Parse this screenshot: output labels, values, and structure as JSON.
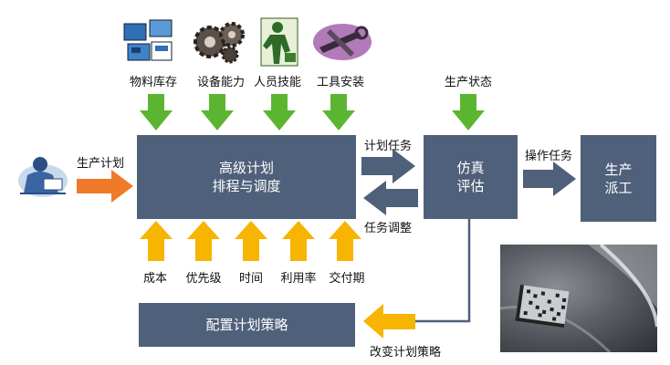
{
  "labels": {
    "material_inventory": "物料库存",
    "equipment_capacity": "设备能力",
    "personnel_skills": "人员技能",
    "tool_installation": "工具安装",
    "production_status": "生产状态",
    "production_plan": "生产计划",
    "plan_task": "计划任务",
    "task_adjustment": "任务调整",
    "operation_task": "操作任务",
    "cost": "成本",
    "priority": "优先级",
    "time": "时间",
    "utilization": "利用率",
    "delivery_period": "交付期",
    "change_strategy": "改变计划策略"
  },
  "boxes": {
    "aps_line1": "高级计划",
    "aps_line2": "排程与调度",
    "sim_line1": "仿真",
    "sim_line2": "评估",
    "dispatch_line1": "生产",
    "dispatch_line2": "派工",
    "config": "配置计划策略"
  },
  "colors": {
    "box": "#4f607a",
    "green_arrow": "#5cb531",
    "orange_arrow": "#ee7a2a",
    "yellow_arrow": "#f7b400",
    "dark_arrow": "#4f607a"
  },
  "icons": [
    "inventory-icon",
    "gears-icon",
    "worker-icon",
    "tools-icon",
    "planner-person-icon"
  ]
}
